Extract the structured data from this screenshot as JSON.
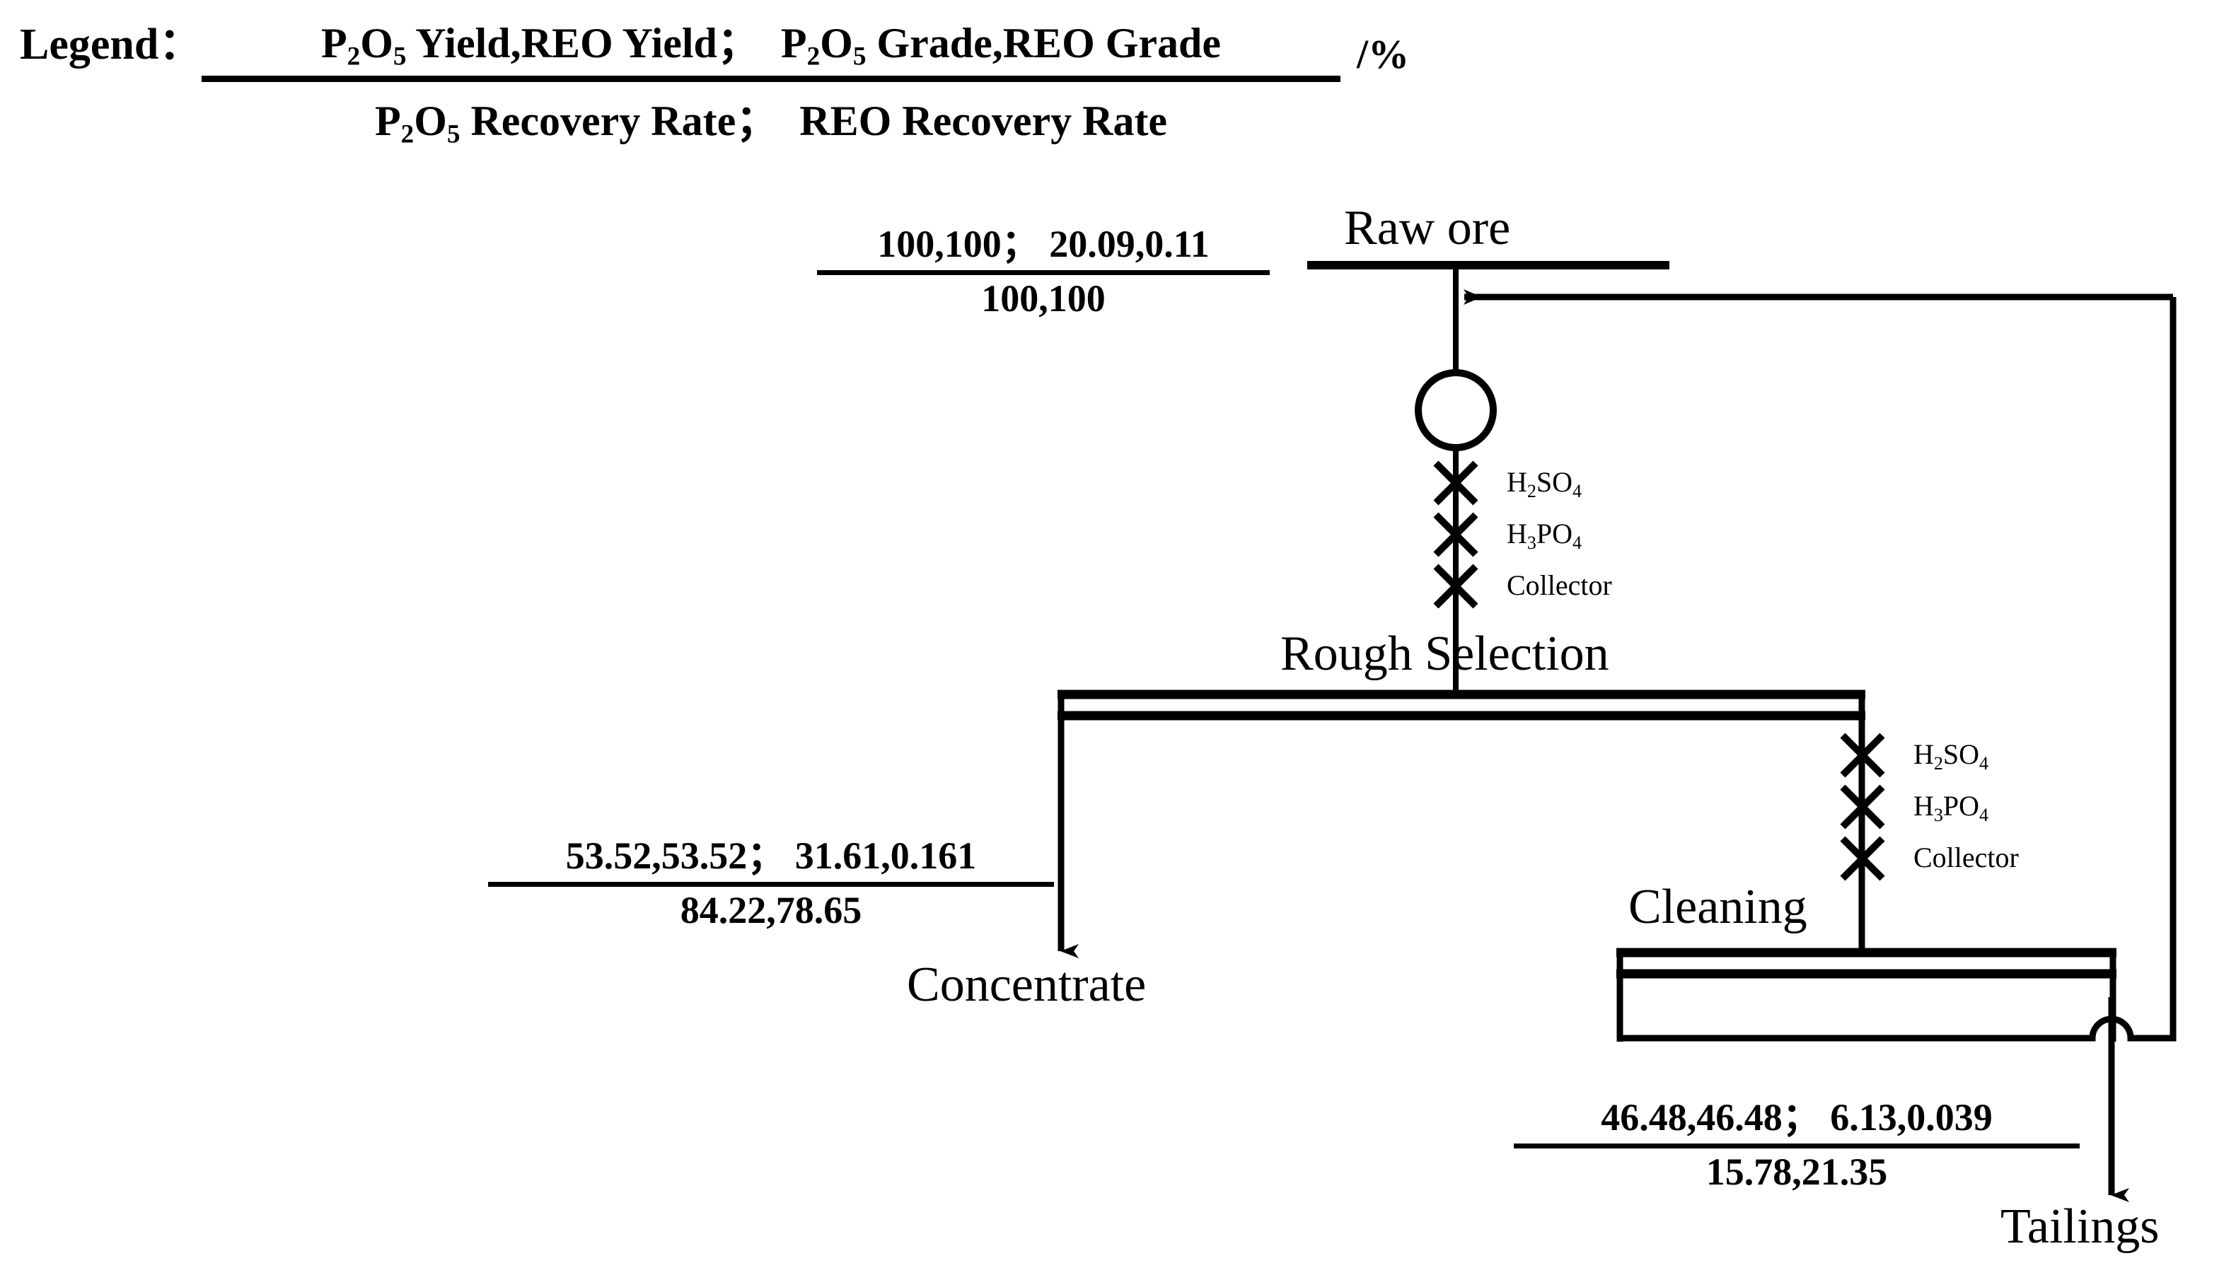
{
  "legend": {
    "label": "Legend：",
    "numerator": "P2O5 Yield,REO Yield；  P2O5 Grade,REO Grade",
    "numerator_parts": [
      "P",
      "2",
      "O",
      "5",
      " Yield,REO Yield；  P",
      "2",
      "O",
      "5",
      " Grade,REO Grade"
    ],
    "denominator": "P2O5 Recovery Rate；  REO Recovery Rate",
    "unit": "/%"
  },
  "nodes": {
    "raw_ore": "Raw ore",
    "rough_selection": "Rough Selection",
    "cleaning": "Cleaning",
    "concentrate": "Concentrate",
    "tailings": "Tailings"
  },
  "reagents": {
    "rougher": [
      {
        "formula": "H2SO4",
        "display": "H₂SO₄"
      },
      {
        "formula": "H3PO4",
        "display": "H₃PO₄"
      },
      {
        "formula": "Collector",
        "display": "Collector"
      }
    ],
    "cleaner": [
      {
        "formula": "H2SO4",
        "display": "H₂SO₄"
      },
      {
        "formula": "H3PO4",
        "display": "H₃PO₄"
      },
      {
        "formula": "Collector",
        "display": "Collector"
      }
    ]
  },
  "stream_labels": {
    "feed": {
      "numerator": "100,100；  20.09,0.11",
      "denominator": "100,100"
    },
    "concentrate": {
      "numerator": "53.52,53.52；  31.61,0.161",
      "denominator": "84.22,78.65"
    },
    "tailings": {
      "numerator": "46.48,46.48；  6.13,0.039",
      "denominator": "15.78,21.35"
    }
  },
  "chart_data": {
    "type": "diagram",
    "title": "Phosphate / REO flotation flowsheet",
    "unit": "/%",
    "legend_format": "(P2O5 Yield, REO Yield ;  P2O5 Grade, REO Grade) / (P2O5 Recovery Rate ; REO Recovery Rate)",
    "streams": [
      {
        "name": "Raw ore",
        "p2o5_yield": 100,
        "reo_yield": 100,
        "p2o5_grade": 20.09,
        "reo_grade": 0.11,
        "p2o5_recovery": 100,
        "reo_recovery": 100
      },
      {
        "name": "Concentrate",
        "p2o5_yield": 53.52,
        "reo_yield": 53.52,
        "p2o5_grade": 31.61,
        "reo_grade": 0.161,
        "p2o5_recovery": 84.22,
        "reo_recovery": 78.65
      },
      {
        "name": "Tailings",
        "p2o5_yield": 46.48,
        "reo_yield": 46.48,
        "p2o5_grade": 6.13,
        "reo_grade": 0.039,
        "p2o5_recovery": 15.78,
        "reo_recovery": 21.35
      }
    ],
    "unit_operations": [
      "Rough Selection",
      "Cleaning"
    ],
    "recycle": "Cleaning tailings recycled to Raw ore feed",
    "reagents_added": {
      "Rough Selection": [
        "H2SO4",
        "H3PO4",
        "Collector"
      ],
      "Cleaning": [
        "H2SO4",
        "H3PO4",
        "Collector"
      ]
    }
  },
  "colors": {
    "line": "#000000",
    "background": "#ffffff"
  }
}
